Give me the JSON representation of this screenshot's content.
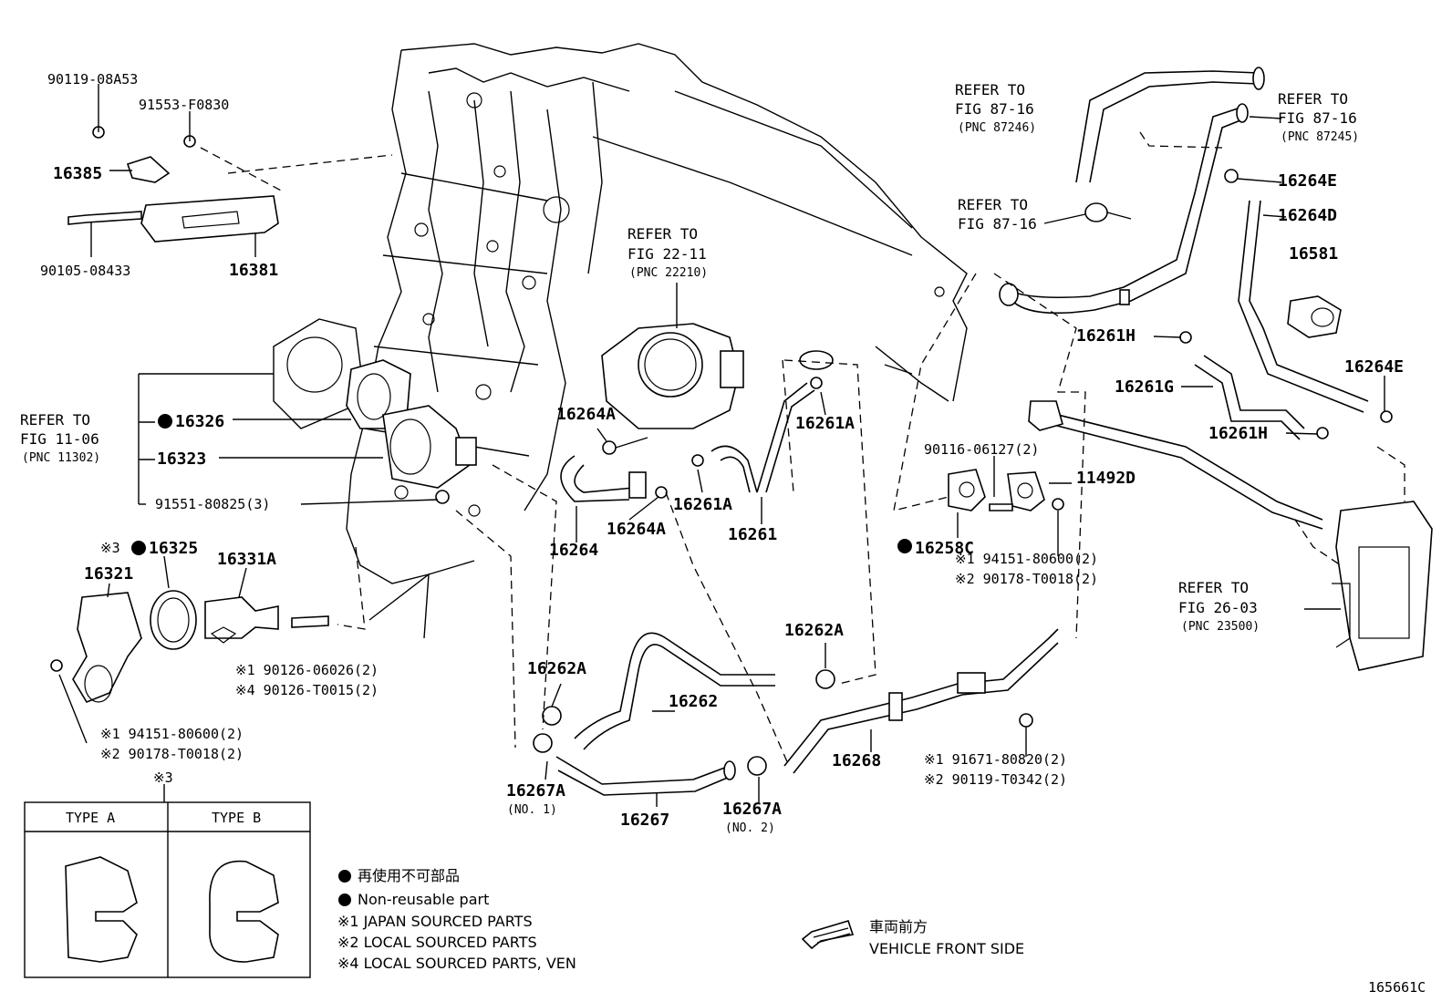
{
  "labels": {
    "p90119_08A53": "90119-08A53",
    "p91553_F0830": "91553-F0830",
    "p16385": "16385",
    "p90105_08433": "90105-08433",
    "p16381": "16381",
    "refer_fig1106": "REFER TO",
    "refer_fig1106_b": "FIG 11-06",
    "refer_fig1106_pnc": "(PNC 11302)",
    "p16326": "16326",
    "p16323": "16323",
    "p91551": "91551-80825(3)",
    "x3_16325": "※3",
    "p16325": "16325",
    "p16321": "16321",
    "p16331A": "16331A",
    "p90126_06026": "※1 90126-06026(2)",
    "p90126_T0015": "※4 90126-T0015(2)",
    "p94151_80600_a": "※1 94151-80600(2)",
    "p90178_T0018_a": "※2 90178-T0018(2)",
    "x3_mark": "※3",
    "type_a": "TYPE A",
    "type_b": "TYPE B",
    "refer_fig2211": "REFER TO",
    "refer_fig2211_b": "FIG 22-11",
    "refer_fig2211_pnc": "(PNC 22210)",
    "p16264A_top": "16264A",
    "p16264": "16264",
    "p16264A_bot": "16264A",
    "p16261A_left": "16261A",
    "p16261A_right": "16261A",
    "p16261": "16261",
    "p16262A_left": "16262A",
    "p16262A_right": "16262A",
    "p16262": "16262",
    "p16267A_no1": "16267A",
    "p16267A_no1_sub": "(NO. 1)",
    "p16267": "16267",
    "p16267A_no2": "16267A",
    "p16267A_no2_sub": "(NO. 2)",
    "p16268": "16268",
    "p91671": "※1 91671-80820(2)",
    "p90119_T0342": "※2 90119-T0342(2)",
    "p90116": "90116-06127(2)",
    "p11492D": "11492D",
    "p16258C": "16258C",
    "p94151_80600_b": "※1 94151-80600(2)",
    "p90178_T0018_b": "※2 90178-T0018(2)",
    "refer_fig8716_a": "REFER TO",
    "refer_fig8716_a_b": "FIG 87-16",
    "refer_fig8716_a_pnc": "(PNC 87246)",
    "refer_fig8716_b": "REFER TO",
    "refer_fig8716_b_b": "FIG 87-16",
    "refer_fig8716_b_pnc": "(PNC 87245)",
    "refer_fig8716_c": "REFER TO",
    "refer_fig8716_c_b": "FIG 87-16",
    "p16264E_top": "16264E",
    "p16264D": "16264D",
    "p16581": "16581",
    "p16261H_top": "16261H",
    "p16261G": "16261G",
    "p16264E_bot": "16264E",
    "p16261H_bot": "16261H",
    "refer_fig2603": "REFER TO",
    "refer_fig2603_b": "FIG 26-03",
    "refer_fig2603_pnc": "(PNC 23500)"
  },
  "legend": {
    "jp": "再使用不可部品",
    "nonreusable": "Non-reusable part",
    "n1": "※1 JAPAN SOURCED PARTS",
    "n2": "※2 LOCAL SOURCED PARTS",
    "n4": "※4 LOCAL SOURCED PARTS, VEN",
    "direction_jp": "車両前方",
    "direction_en": "VEHICLE FRONT SIDE"
  },
  "figure_id": "165661C"
}
